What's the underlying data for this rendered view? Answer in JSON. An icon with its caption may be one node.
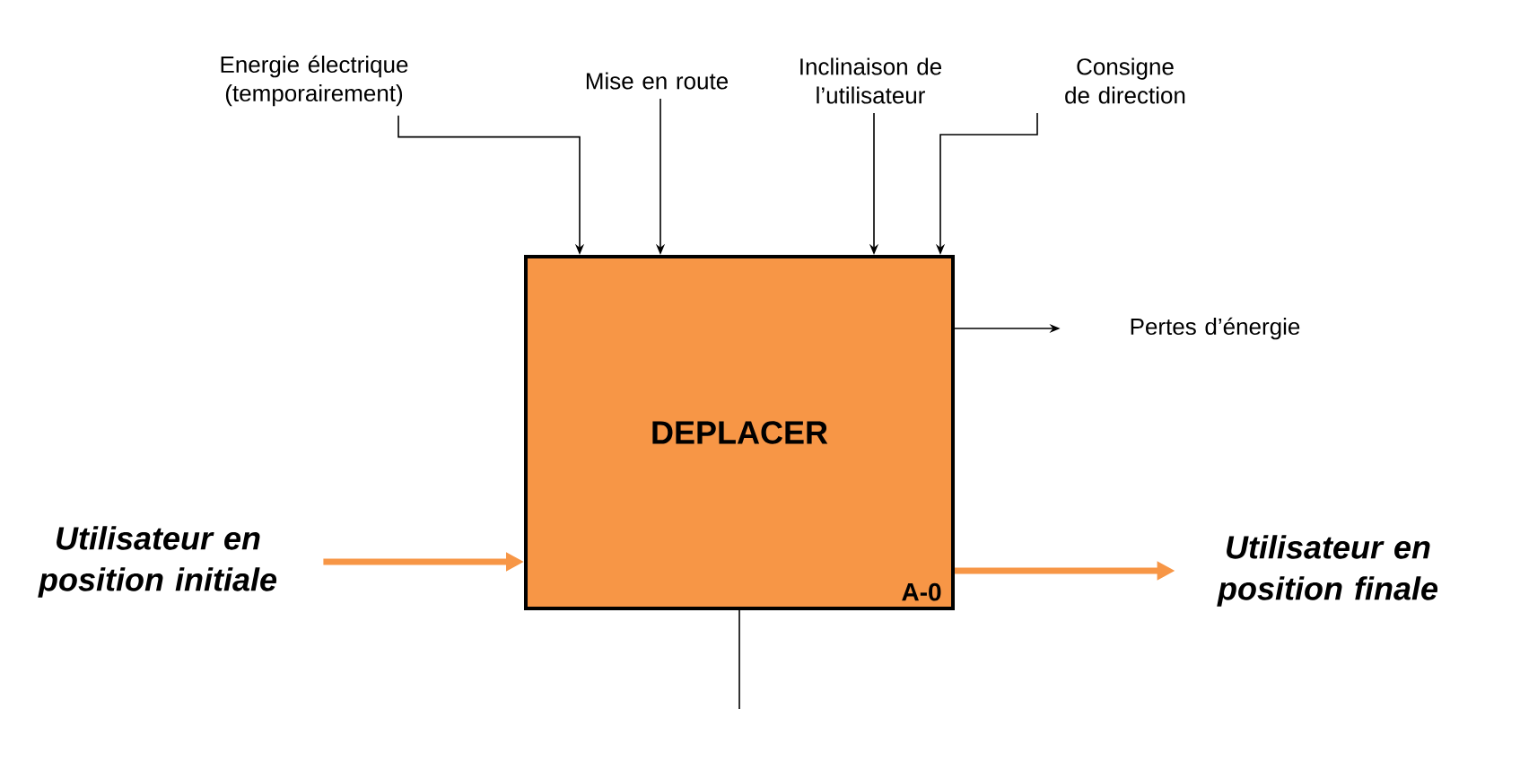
{
  "diagram": {
    "nodes": [
      {
        "text": [
          "DEPLACER",
          "A-0"
        ]
      },
      {
        "text": [
          "Energie électrique (temporairement)"
        ]
      },
      {
        "text": [
          "Mise en route"
        ]
      },
      {
        "text": [
          "Inclinaison de l’utilisateur"
        ]
      },
      {
        "text": [
          "Consigne de direction"
        ]
      },
      {
        "text": [
          "Pertes d’énergie"
        ]
      },
      {
        "text": [
          "Utilisateur en position initiale"
        ]
      },
      {
        "text": [
          "Utilisateur en position finale"
        ]
      }
    ],
    "edges": [
      {
        "from": 1,
        "to": 0,
        "arrow": "to"
      },
      {
        "from": 2,
        "to": 0,
        "arrow": "to"
      },
      {
        "from": 3,
        "to": 0,
        "arrow": "to"
      },
      {
        "from": 4,
        "to": 0,
        "arrow": "to"
      },
      {
        "from": 0,
        "to": 5,
        "arrow": "to"
      },
      {
        "from": 6,
        "to": 0,
        "arrow": "to",
        "style": "thick",
        "color": "#f79646"
      },
      {
        "from": 0,
        "to": 7,
        "arrow": "to",
        "style": "thick",
        "color": "#f79646"
      },
      {
        "from": 0,
        "to": null,
        "arrow": "none"
      }
    ]
  }
}
